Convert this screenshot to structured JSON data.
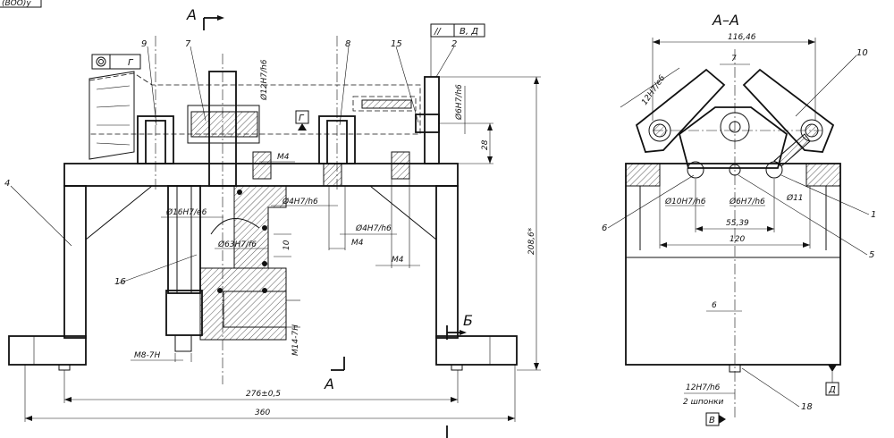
{
  "corner_stamp": "(ВОО)у",
  "section_marks": {
    "a_top": "А",
    "a_bottom": "А",
    "b": "Б",
    "section_title": "А–А"
  },
  "tolerance_frames": {
    "parallel": {
      "symbol": "//",
      "datums": "В, Д"
    },
    "position": {
      "symbol": "◎",
      "datum": "Г"
    },
    "datum_g_box": "Г",
    "datum_d_box": "Д",
    "datum_v_box": "В"
  },
  "callouts": [
    "9",
    "7",
    "8",
    "15",
    "2",
    "4",
    "16",
    "10",
    "6",
    "1",
    "5",
    "18"
  ],
  "dimensions_front": {
    "d12": "Ø12H7/h6",
    "d6h7": "Ø6H7/h6",
    "h28": "28",
    "m4a": "M4",
    "d4a": "Ø4H7/h6",
    "d4b": "Ø4H7/h6",
    "m4b": "M4",
    "m4c": "M4",
    "d16": "Ø16H7/e6",
    "d63": "Ø63H7/f6",
    "h10": "10",
    "m8": "M8-7H",
    "m14": "M14-7H",
    "l276": "276±0,5",
    "l360": "360",
    "h2086": "208,6*"
  },
  "dimensions_section": {
    "w11646": "116,46",
    "s7": "7",
    "d12a": "12H7/e6",
    "d10": "Ø10H7/h6",
    "d6": "Ø6H7/h6",
    "d11": "Ø11",
    "l5539": "55,39",
    "l120": "120",
    "v6": "6",
    "key1": "12H7/h6",
    "key2": "2 шпонки"
  },
  "colors": {
    "ink": "#111111",
    "paper": "#ffffff"
  }
}
